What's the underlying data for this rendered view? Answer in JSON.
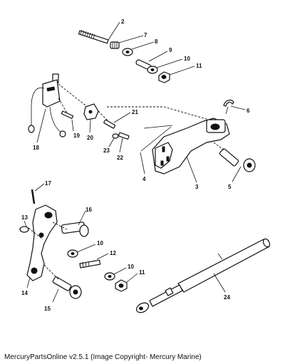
{
  "callouts": {
    "c2": "2",
    "c3": "3",
    "c4": "4",
    "c5": "5",
    "c6": "6",
    "c7": "7",
    "c8": "8",
    "c9": "9",
    "c10a": "10",
    "c10b": "10",
    "c10c": "10",
    "c11a": "11",
    "c11b": "11",
    "c12": "12",
    "c13": "13",
    "c14": "14",
    "c15": "15",
    "c16": "16",
    "c17": "17",
    "c18": "18",
    "c19": "19",
    "c20": "20",
    "c21": "21",
    "c22": "22",
    "c23": "23",
    "c24": "24"
  },
  "footer": {
    "caption": "MercuryPartsOnline v2.5.1 (Image Copyright- Mercury Marine)"
  }
}
